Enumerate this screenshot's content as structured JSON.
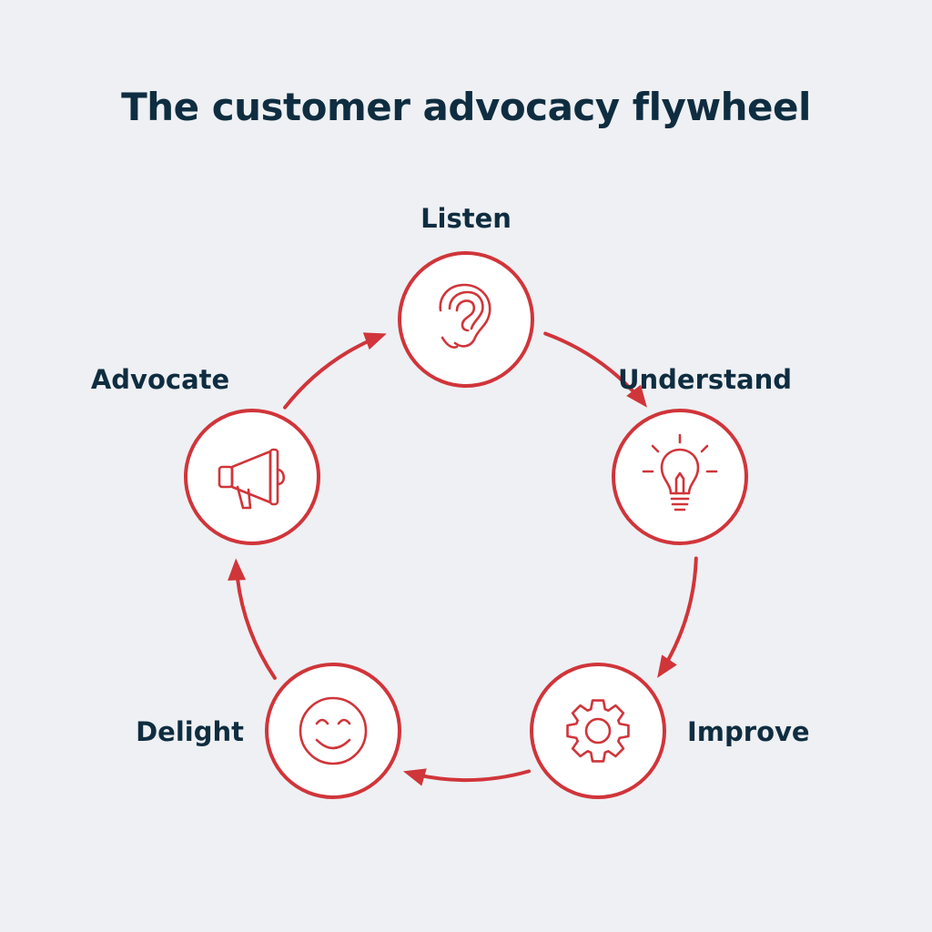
{
  "title": "The customer advocacy flywheel",
  "colors": {
    "accent": "#d0353a",
    "text": "#0f2d40",
    "background": "#eef0f3",
    "node_fill": "#ffffff"
  },
  "stages": [
    {
      "id": "listen",
      "label": "Listen",
      "icon": "ear-icon"
    },
    {
      "id": "understand",
      "label": "Understand",
      "icon": "lightbulb-icon"
    },
    {
      "id": "improve",
      "label": "Improve",
      "icon": "gear-icon"
    },
    {
      "id": "delight",
      "label": "Delight",
      "icon": "smiley-icon"
    },
    {
      "id": "advocate",
      "label": "Advocate",
      "icon": "megaphone-icon"
    }
  ],
  "flow": [
    {
      "from": "listen",
      "to": "understand"
    },
    {
      "from": "understand",
      "to": "improve"
    },
    {
      "from": "improve",
      "to": "delight"
    },
    {
      "from": "delight",
      "to": "advocate"
    },
    {
      "from": "advocate",
      "to": "listen"
    }
  ]
}
